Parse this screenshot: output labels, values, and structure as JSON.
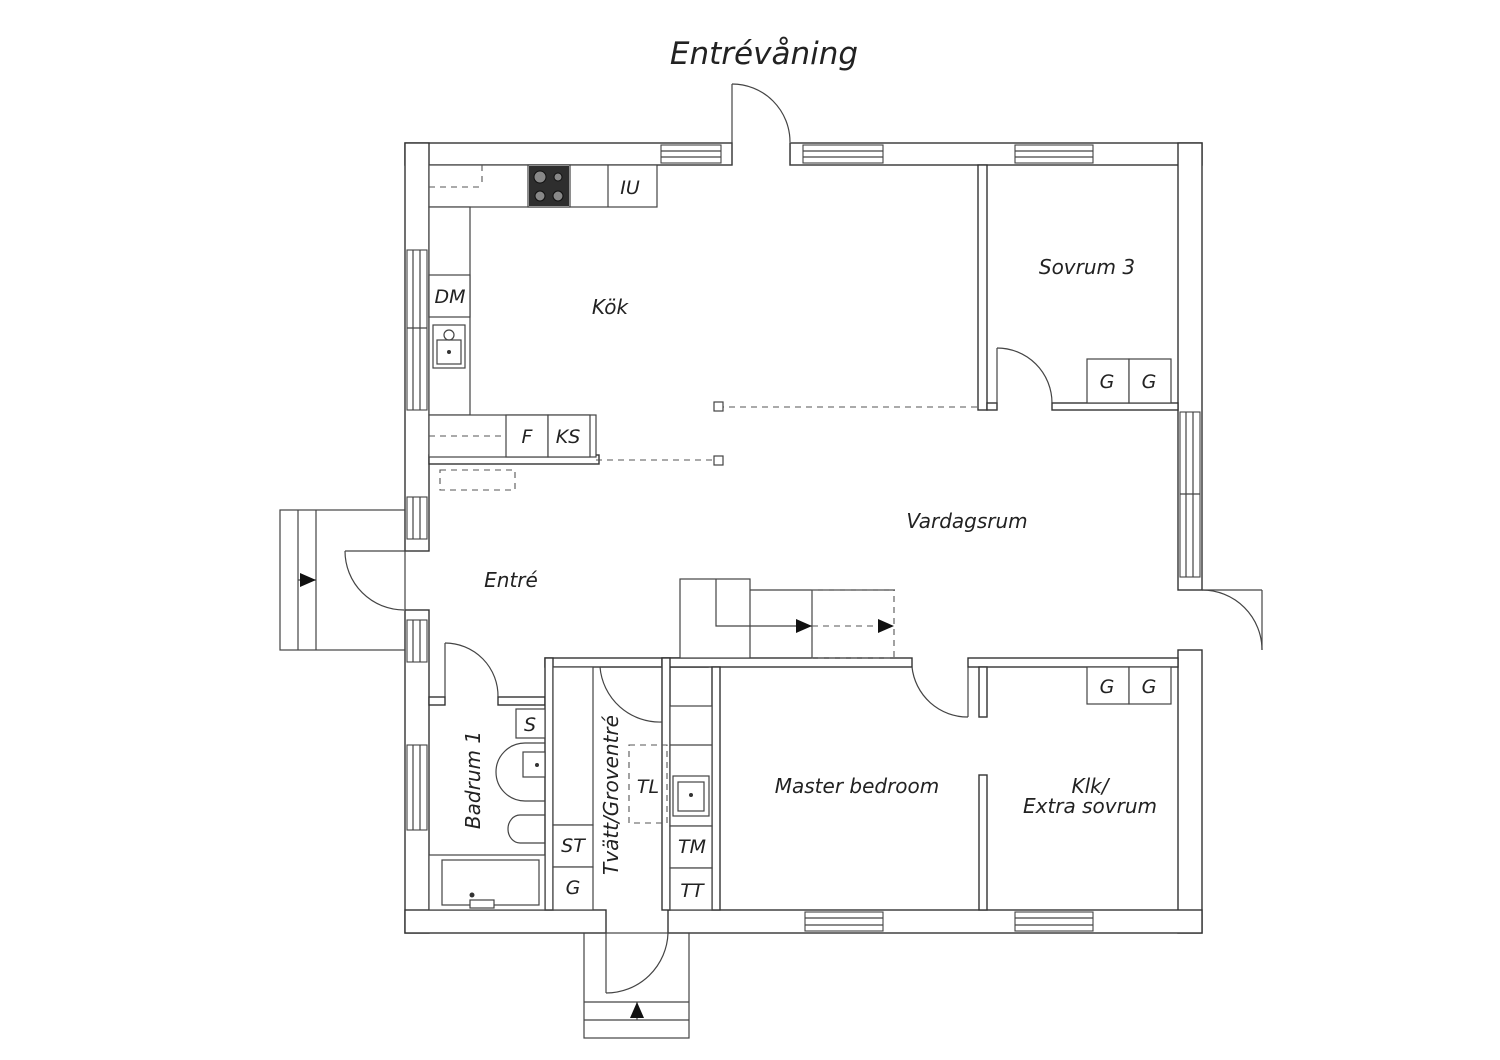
{
  "title": "Entrévåning",
  "rooms": {
    "kok": "Kök",
    "sovrum3": "Sovrum 3",
    "vardagsrum": "Vardagsrum",
    "entre": "Entré",
    "badrum1": "Badrum 1",
    "tvatt": "Tvätt/Groventré",
    "master": "Master bedroom",
    "klk_line1": "Klk/",
    "klk_line2": "Extra sovrum"
  },
  "appliances": {
    "iu": "IU",
    "dm": "DM",
    "f": "F",
    "ks": "KS",
    "g": "G",
    "s": "S",
    "st": "ST",
    "tl": "TL",
    "tm": "TM",
    "tt": "TT"
  },
  "colors": {
    "wall": "#333333",
    "stove": "#2e2e2e"
  }
}
